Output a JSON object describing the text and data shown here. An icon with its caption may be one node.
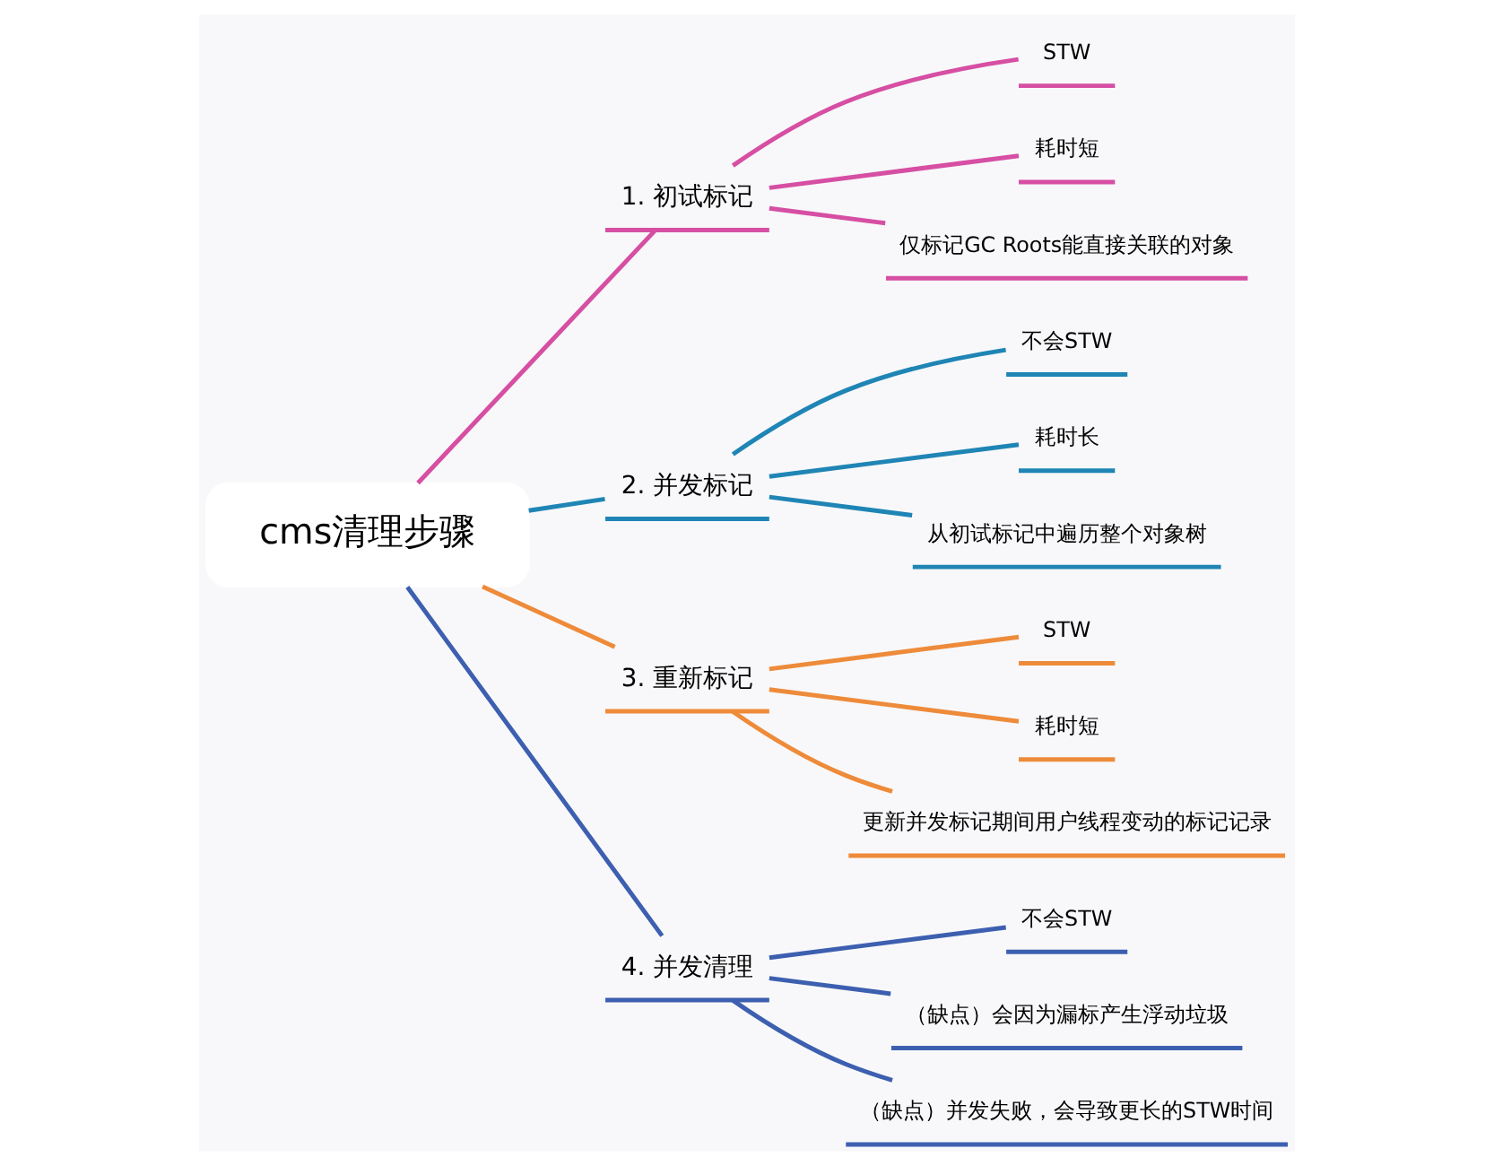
{
  "diagram": {
    "nodes": [
      {
        "text": [
          "cms清理步骤"
        ]
      },
      {
        "text": [
          "1. 初试标记"
        ]
      },
      {
        "text": [
          "STW"
        ]
      },
      {
        "text": [
          "耗时短"
        ]
      },
      {
        "text": [
          "仅标记GC Roots能直接关联的对象"
        ]
      },
      {
        "text": [
          "2. 并发标记"
        ]
      },
      {
        "text": [
          "不会STW"
        ]
      },
      {
        "text": [
          "耗时长"
        ]
      },
      {
        "text": [
          "从初试标记中遍历整个对象树"
        ]
      },
      {
        "text": [
          "3. 重新标记"
        ]
      },
      {
        "text": [
          "STW"
        ]
      },
      {
        "text": [
          "耗时短"
        ]
      },
      {
        "text": [
          "更新并发标记期间用户线程变动的标记记录"
        ]
      },
      {
        "text": [
          "4. 并发清理"
        ]
      },
      {
        "text": [
          "不会STW"
        ]
      },
      {
        "text": [
          "（缺点）会因为漏标产生浮动垃圾"
        ]
      },
      {
        "text": [
          "（缺点）并发失败，会导致更长的STW时间"
        ]
      }
    ],
    "edges": [
      {
        "from": 0,
        "to": 1,
        "arrow": "none",
        "color": "#d64fa3"
      },
      {
        "from": 1,
        "to": 2,
        "arrow": "none",
        "color": "#d64fa3"
      },
      {
        "from": 1,
        "to": 3,
        "arrow": "none",
        "color": "#d64fa3"
      },
      {
        "from": 1,
        "to": 4,
        "arrow": "none",
        "color": "#d64fa3"
      },
      {
        "from": 0,
        "to": 5,
        "arrow": "none",
        "color": "#1f85b5"
      },
      {
        "from": 5,
        "to": 6,
        "arrow": "none",
        "color": "#1f85b5"
      },
      {
        "from": 5,
        "to": 7,
        "arrow": "none",
        "color": "#1f85b5"
      },
      {
        "from": 5,
        "to": 8,
        "arrow": "none",
        "color": "#1f85b5"
      },
      {
        "from": 0,
        "to": 9,
        "arrow": "none",
        "color": "#ee8b3a"
      },
      {
        "from": 9,
        "to": 10,
        "arrow": "none",
        "color": "#ee8b3a"
      },
      {
        "from": 9,
        "to": 11,
        "arrow": "none",
        "color": "#ee8b3a"
      },
      {
        "from": 9,
        "to": 12,
        "arrow": "none",
        "color": "#ee8b3a"
      },
      {
        "from": 0,
        "to": 13,
        "arrow": "none",
        "color": "#3d5fb0"
      },
      {
        "from": 13,
        "to": 14,
        "arrow": "none",
        "color": "#3d5fb0"
      },
      {
        "from": 13,
        "to": 15,
        "arrow": "none",
        "color": "#3d5fb0"
      },
      {
        "from": 13,
        "to": 16,
        "arrow": "none",
        "color": "#3d5fb0"
      }
    ]
  }
}
